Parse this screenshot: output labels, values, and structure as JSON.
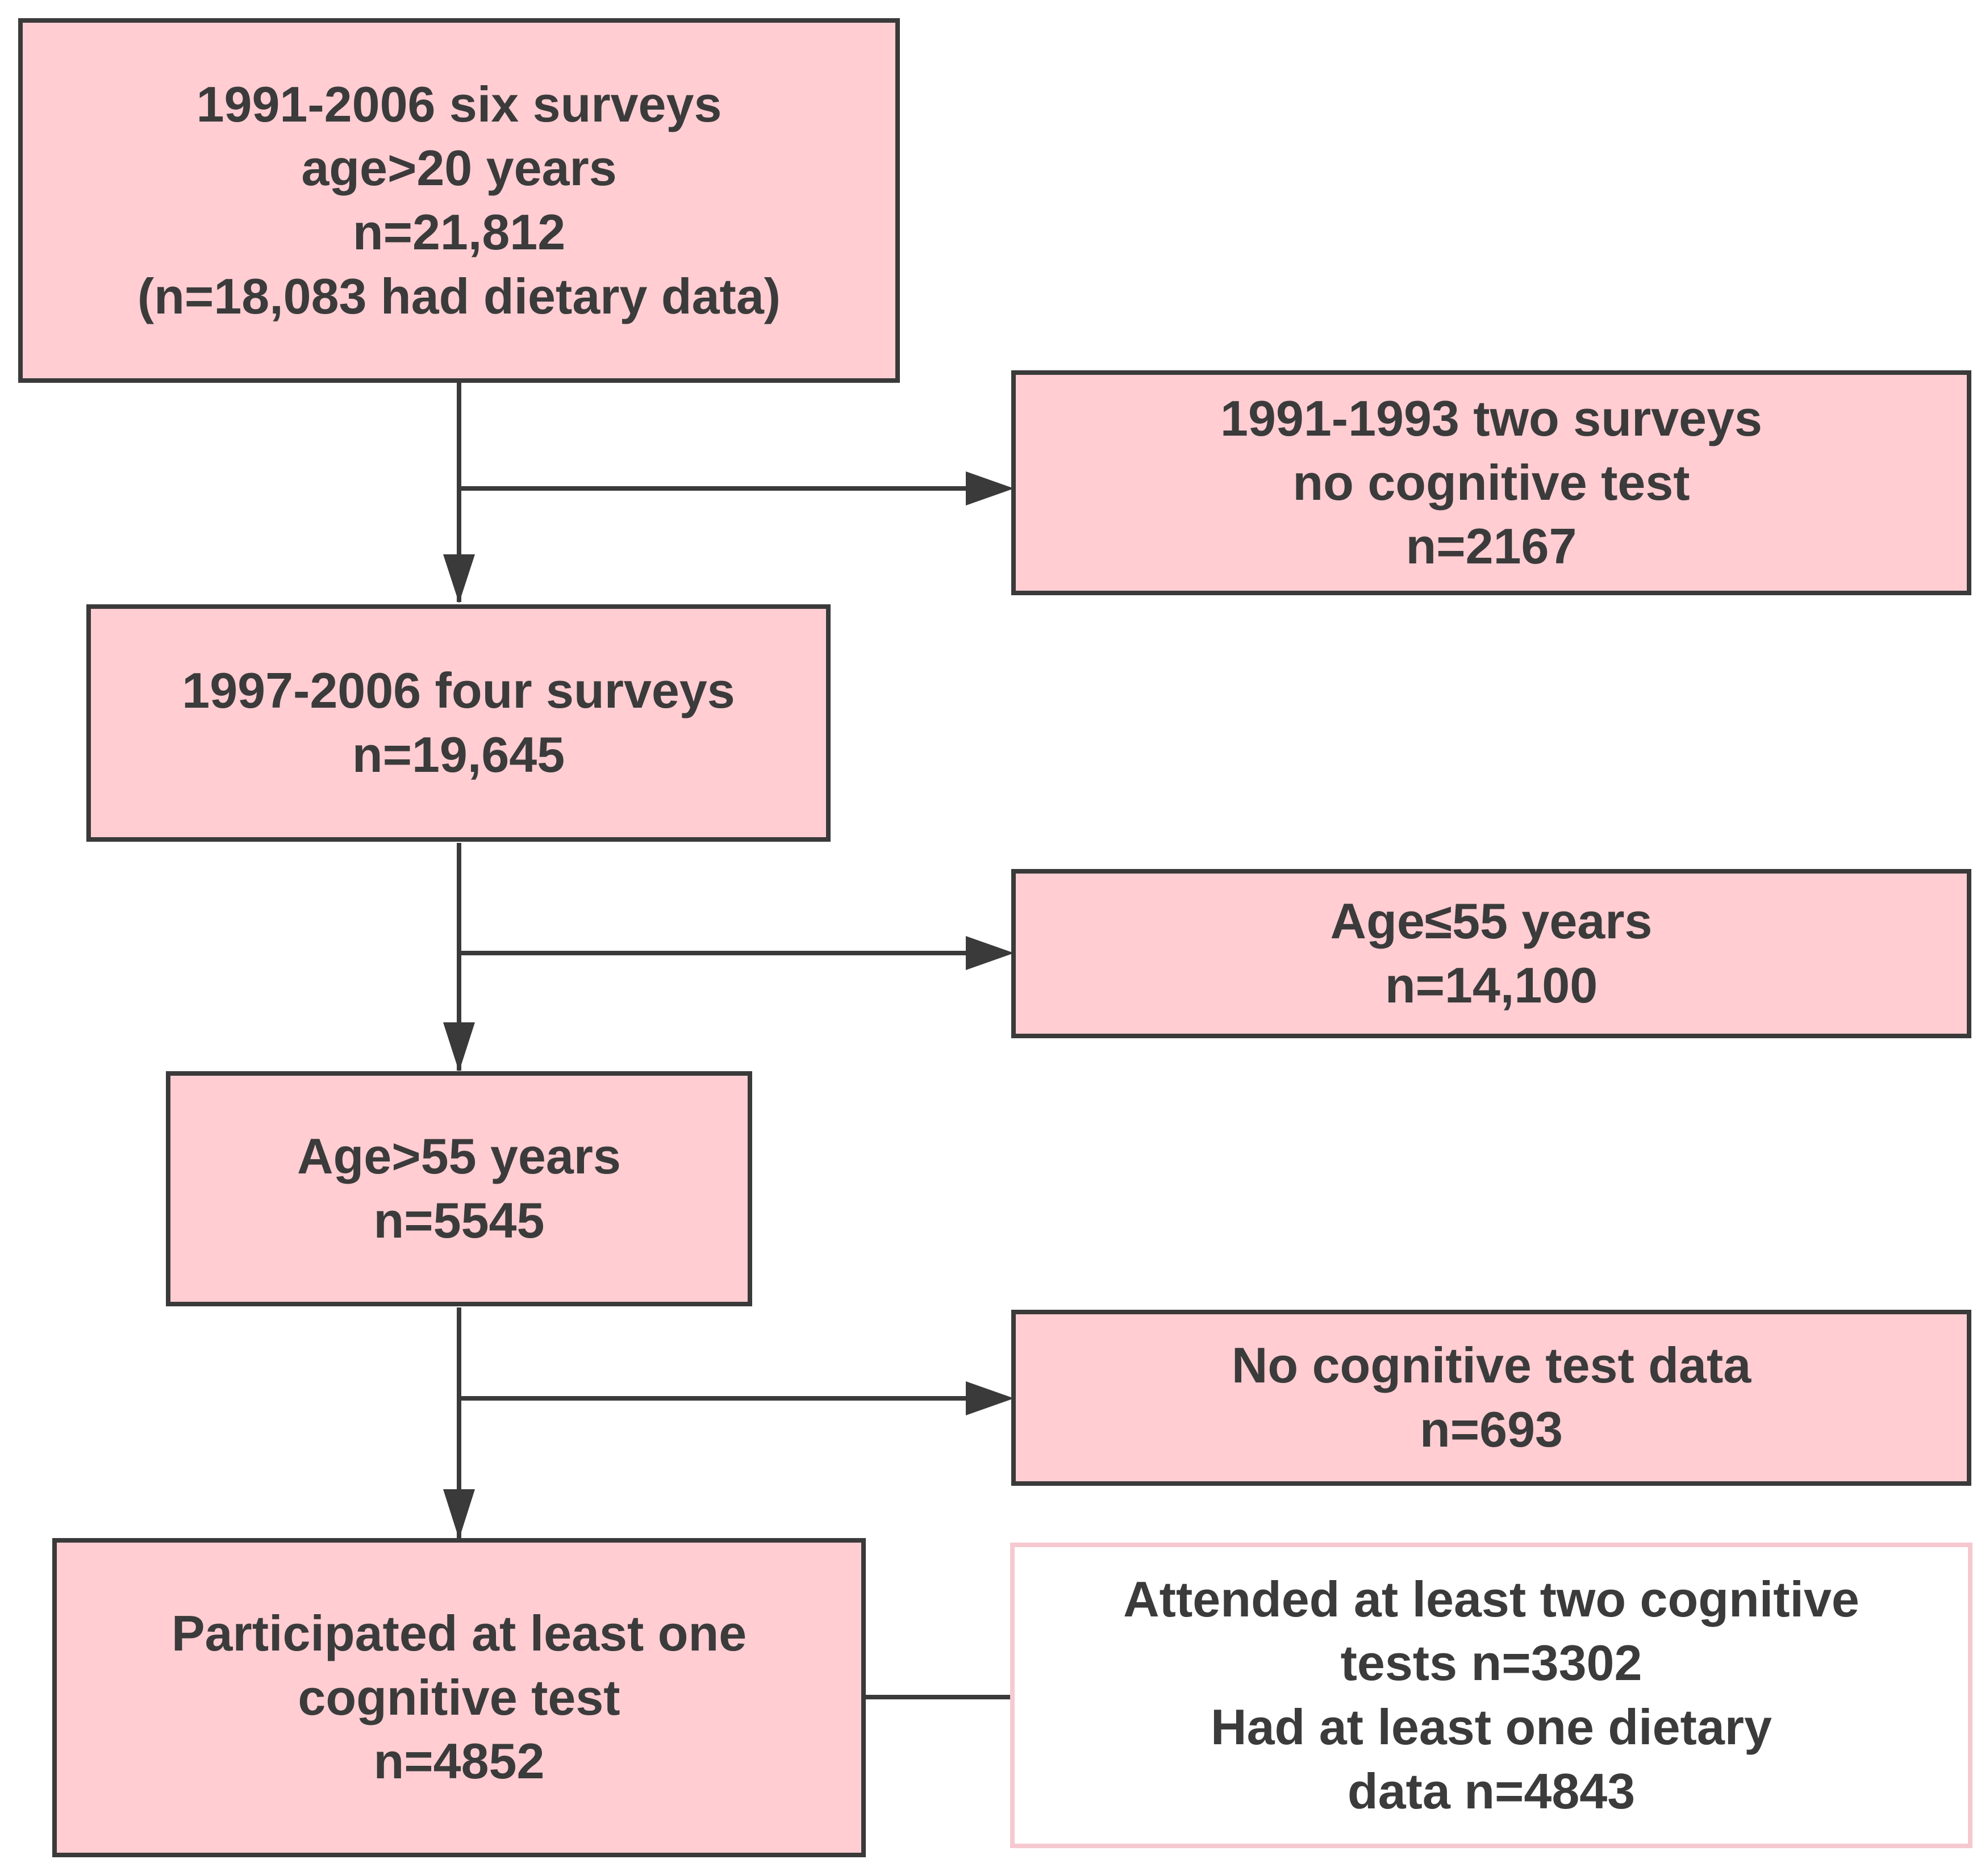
{
  "diagram": {
    "type": "flowchart",
    "colors": {
      "box_fill": "#ffcdd2",
      "box_border": "#3a3a3a",
      "final_box_border": "#f6c9d0",
      "text": "#3b3b3b",
      "connector": "#3a3a3a"
    },
    "boxes": {
      "start": {
        "lines": [
          "1991-2006 six surveys",
          "age>20 years",
          "n=21,812",
          "(n=18,083 had dietary data)"
        ]
      },
      "excl_1": {
        "lines": [
          "1991-1993 two surveys",
          "no cognitive test",
          "n=2167"
        ]
      },
      "step_2": {
        "lines": [
          "1997-2006 four surveys",
          "n=19,645"
        ]
      },
      "excl_2": {
        "lines": [
          "Age≤55 years",
          "n=14,100"
        ]
      },
      "step_3": {
        "lines": [
          "Age>55 years",
          "n=5545"
        ]
      },
      "excl_3": {
        "lines": [
          "No cognitive test data",
          "n=693"
        ]
      },
      "final": {
        "lines": [
          "Participated at least one",
          "cognitive test",
          "n=4852"
        ]
      },
      "final_detail": {
        "lines": [
          "Attended at least two cognitive",
          "tests n=3302",
          "Had at least one dietary",
          "data n=4843"
        ]
      }
    },
    "edges": [
      {
        "from": "start",
        "to": "step_2",
        "kind": "arrow"
      },
      {
        "from": "start",
        "to": "excl_1",
        "kind": "branch-arrow"
      },
      {
        "from": "step_2",
        "to": "step_3",
        "kind": "arrow"
      },
      {
        "from": "step_2",
        "to": "excl_2",
        "kind": "branch-arrow"
      },
      {
        "from": "step_3",
        "to": "final",
        "kind": "arrow"
      },
      {
        "from": "step_3",
        "to": "excl_3",
        "kind": "branch-arrow"
      },
      {
        "from": "final",
        "to": "final_detail",
        "kind": "line"
      }
    ]
  }
}
